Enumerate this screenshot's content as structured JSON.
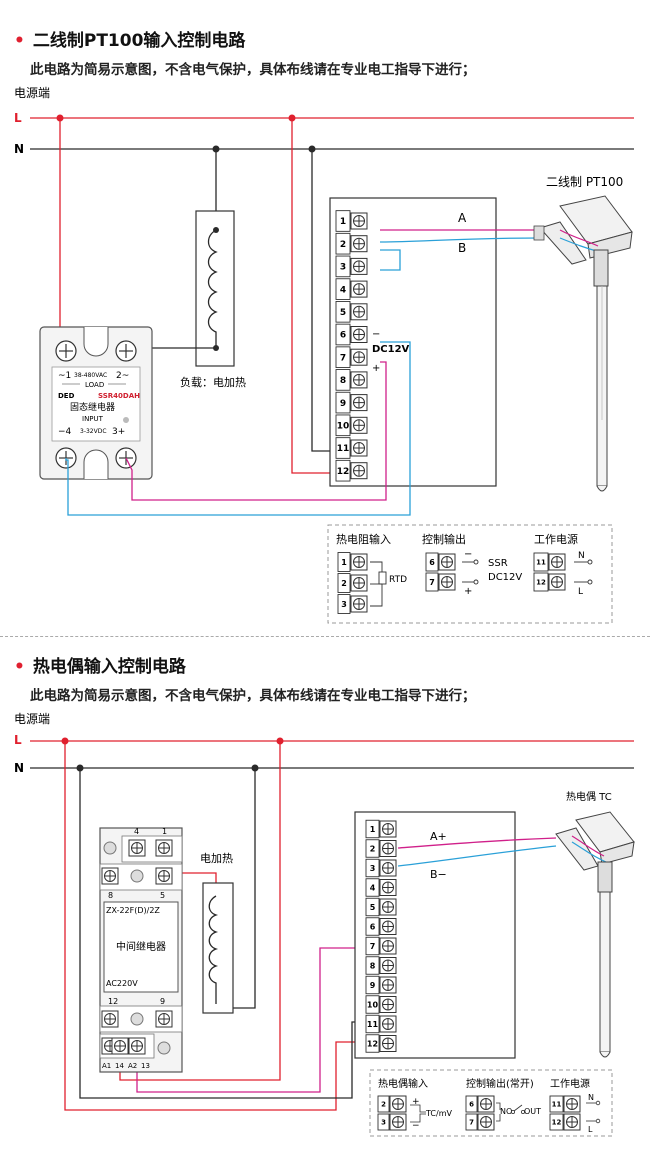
{
  "section1": {
    "title": "二线制PT100输入控制电路",
    "note": "此电路为简易示意图，不含电气保护，具体布线请在专业电工指导下进行；",
    "power_label": "电源端",
    "line_L": "L",
    "line_N": "N",
    "sensor_label": "二线制 PT100",
    "wire_A": "A",
    "wire_B": "B",
    "load_label": "负载：电加热",
    "dc_label": "DC12V",
    "minus": "−",
    "plus": "+",
    "ssr": {
      "t1": "~1",
      "voltage": "38-480VAC",
      "t2": "2~",
      "load": "LOAD",
      "brand": "DED",
      "model": "SSR40DAH",
      "name": "固态继电器",
      "input": "INPUT",
      "t4": "−4",
      "input_v": "3-32VDC",
      "t3": "3+"
    },
    "terminals": [
      "1",
      "2",
      "3",
      "4",
      "5",
      "6",
      "7",
      "8",
      "9",
      "10",
      "11",
      "12"
    ],
    "legend": {
      "rtd_title": "热电阻输入",
      "rtd_label": "RTD",
      "ctrl_title": "控制输出",
      "ctrl_ssr": "SSR",
      "ctrl_dc": "DC12V",
      "power_title": "工作电源",
      "power_N": "N",
      "power_L": "L"
    }
  },
  "section2": {
    "title": "热电偶输入控制电路",
    "note": "此电路为简易示意图，不含电气保护，具体布线请在专业电工指导下进行；",
    "power_label": "电源端",
    "line_L": "L",
    "line_N": "N",
    "sensor_label": "热电偶 TC",
    "wire_A": "A+",
    "wire_B": "B−",
    "heater_label": "电加热",
    "relay": {
      "pin4": "4",
      "pin1": "1",
      "pin8": "8",
      "pin5": "5",
      "model": "ZX-22F(D)/2Z",
      "name": "中间继电器",
      "coil": "AC220V",
      "pin12": "12",
      "pin9": "9",
      "a1": "A1",
      "p14": "14",
      "a2": "A2",
      "p13": "13"
    },
    "terminals": [
      "1",
      "2",
      "3",
      "4",
      "5",
      "6",
      "7",
      "8",
      "9",
      "10",
      "11",
      "12"
    ],
    "legend": {
      "tc_title": "热电偶输入",
      "tc_label": "TC/mV",
      "ctrl_title": "控制输出(常开)",
      "ctrl_no": "NO",
      "ctrl_out": "OUT",
      "power_title": "工作电源",
      "power_N": "N",
      "power_L": "L"
    }
  },
  "colors": {
    "red": "#e0202e",
    "dark": "#2a2a2a",
    "blue": "#2aa0d8",
    "magenta": "#d0208a"
  }
}
